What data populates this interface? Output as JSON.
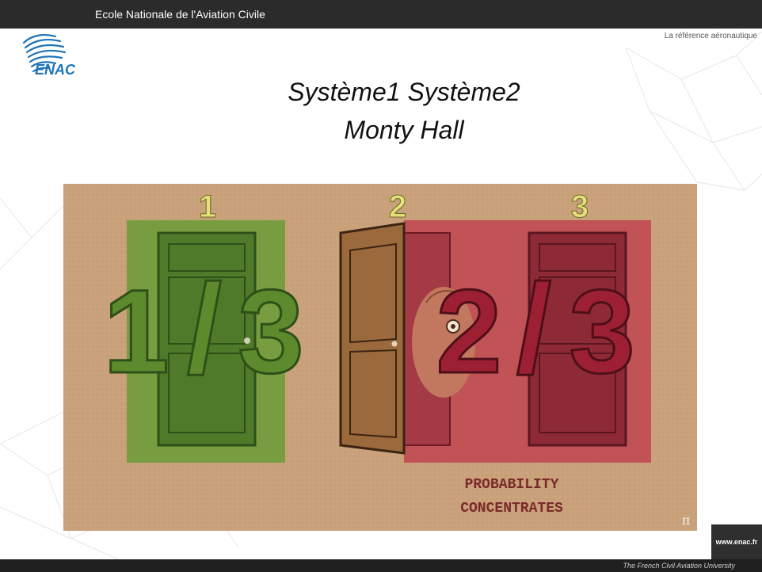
{
  "header": {
    "organization": "Ecole Nationale de l'Aviation Civile",
    "tagline": "La référence aéronautique",
    "logo_text": "ENAC"
  },
  "title": {
    "line1": "Système1 Système2",
    "line2": "Monty Hall"
  },
  "video": {
    "door_numbers": [
      "1",
      "2",
      "3"
    ],
    "left_probability": {
      "numerator": "1",
      "slash": "/",
      "denominator": "3"
    },
    "right_probability": {
      "numerator": "2",
      "slash": "/",
      "denominator": "3"
    },
    "caption_line1": "PROBABILITY",
    "caption_line2": "CONCENTRATES",
    "channel_mark": "π",
    "colors": {
      "cardboard": "#c9a17a",
      "green_panel": "#6e9c3a",
      "green_door": "#4f7a2a",
      "red_panel": "#c04a52",
      "red_door": "#8d2a35",
      "brown_door": "#9a6a3c",
      "digit_green": "#5c8a2c",
      "digit_red": "#9d1f33",
      "door_number": "#e6e07a",
      "caption": "#7a2a2a"
    }
  },
  "footer": {
    "website": "www.enac.fr",
    "university": "The French Civil Aviation University"
  }
}
